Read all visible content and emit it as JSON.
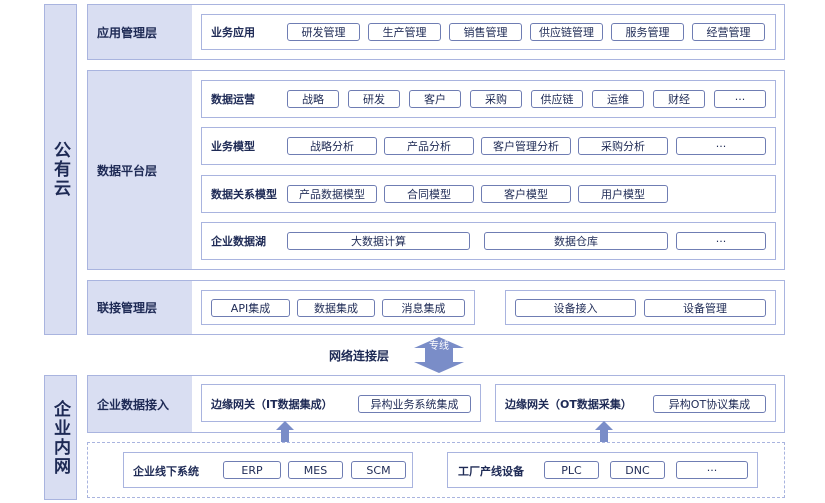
{
  "public_cloud": {
    "label": "公有云"
  },
  "enterprise_net": {
    "label": "企业内网"
  },
  "app_layer": {
    "label": "应用管理层",
    "row_label": "业务应用",
    "items": [
      "研发管理",
      "生产管理",
      "销售管理",
      "供应链管理",
      "服务管理",
      "经营管理"
    ]
  },
  "data_layer": {
    "label": "数据平台层",
    "ops": {
      "label": "数据运营",
      "items": [
        "战略",
        "研发",
        "客户",
        "采购",
        "供应链",
        "运维",
        "财经",
        "···"
      ]
    },
    "model": {
      "label": "业务模型",
      "items": [
        "战略分析",
        "产品分析",
        "客户管理分析",
        "采购分析",
        "···"
      ]
    },
    "relation": {
      "label": "数据关系模型",
      "items": [
        "产品数据模型",
        "合同模型",
        "客户模型",
        "用户模型"
      ]
    },
    "lake": {
      "label": "企业数据湖",
      "items": [
        "大数据计算",
        "数据仓库",
        "···"
      ]
    }
  },
  "link_layer": {
    "label": "联接管理层",
    "left_items": [
      "API集成",
      "数据集成",
      "消息集成"
    ],
    "right_items": [
      "设备接入",
      "设备管理"
    ]
  },
  "network": {
    "label": "网络连接层",
    "line": "专线"
  },
  "ent_access": {
    "label": "企业数据接入",
    "gw_it": {
      "label": "边缘网关（IT数据集成）",
      "item": "异构业务系统集成"
    },
    "gw_ot": {
      "label": "边缘网关（OT数据采集）",
      "item": "异构OT协议集成"
    }
  },
  "offline": {
    "label": "企业线下系统",
    "items": [
      "ERP",
      "MES",
      "SCM"
    ]
  },
  "factory": {
    "label": "工厂产线设备",
    "items": [
      "PLC",
      "DNC",
      "···"
    ]
  }
}
